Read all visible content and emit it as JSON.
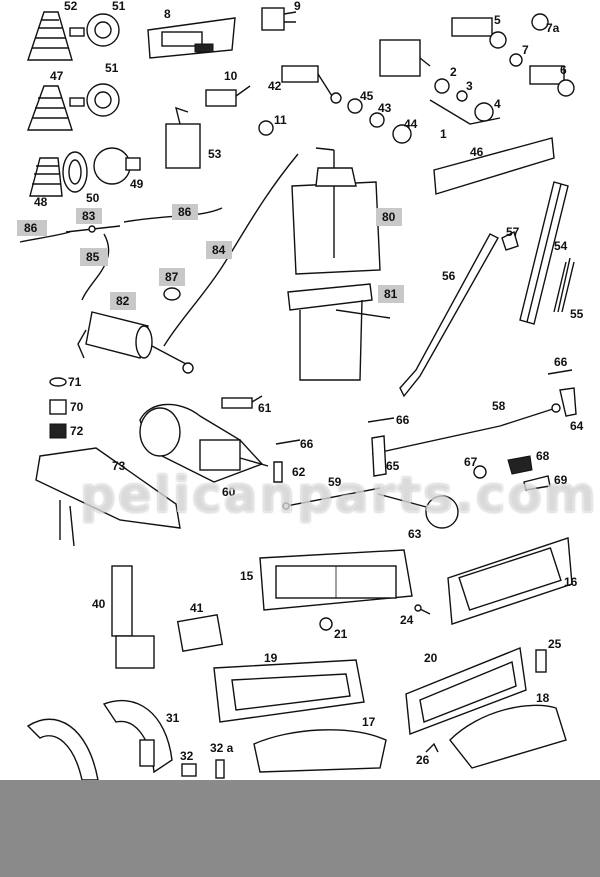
{
  "watermark": "pelicanparts.com",
  "labels": {
    "n52": "52",
    "n51a": "51",
    "n8": "8",
    "n9": "9",
    "n5": "5",
    "n7a": "7a",
    "n47": "47",
    "n51b": "51",
    "n7": "7",
    "n6": "6",
    "n10": "10",
    "n42": "42",
    "n2": "2",
    "n3": "3",
    "n4": "4",
    "n45": "45",
    "n43": "43",
    "n44": "44",
    "n1": "1",
    "n11": "11",
    "n53": "53",
    "n48": "48",
    "n50": "50",
    "n49": "49",
    "n46": "46",
    "n86a": "86",
    "n83": "83",
    "n86b": "86",
    "n80": "80",
    "n85": "85",
    "n84": "84",
    "n57": "57",
    "n54": "54",
    "n87": "87",
    "n82": "82",
    "n81": "81",
    "n56": "56",
    "n55": "55",
    "n66a": "66",
    "n71": "71",
    "n70": "70",
    "n61": "61",
    "n66b": "66",
    "n58": "58",
    "n72": "72",
    "n64": "64",
    "n66c": "66",
    "n73": "73",
    "n62": "62",
    "n65": "65",
    "n67": "67",
    "n68": "68",
    "n69": "69",
    "n59": "59",
    "n60": "60",
    "n63": "63",
    "n15": "15",
    "n16": "16",
    "n40": "40",
    "n41": "41",
    "n24": "24",
    "n21": "21",
    "n25": "25",
    "n19": "19",
    "n20": "20",
    "n18": "18",
    "n31": "31",
    "n17": "17",
    "n32": "32",
    "n32a": "32 a",
    "n26": "26"
  }
}
